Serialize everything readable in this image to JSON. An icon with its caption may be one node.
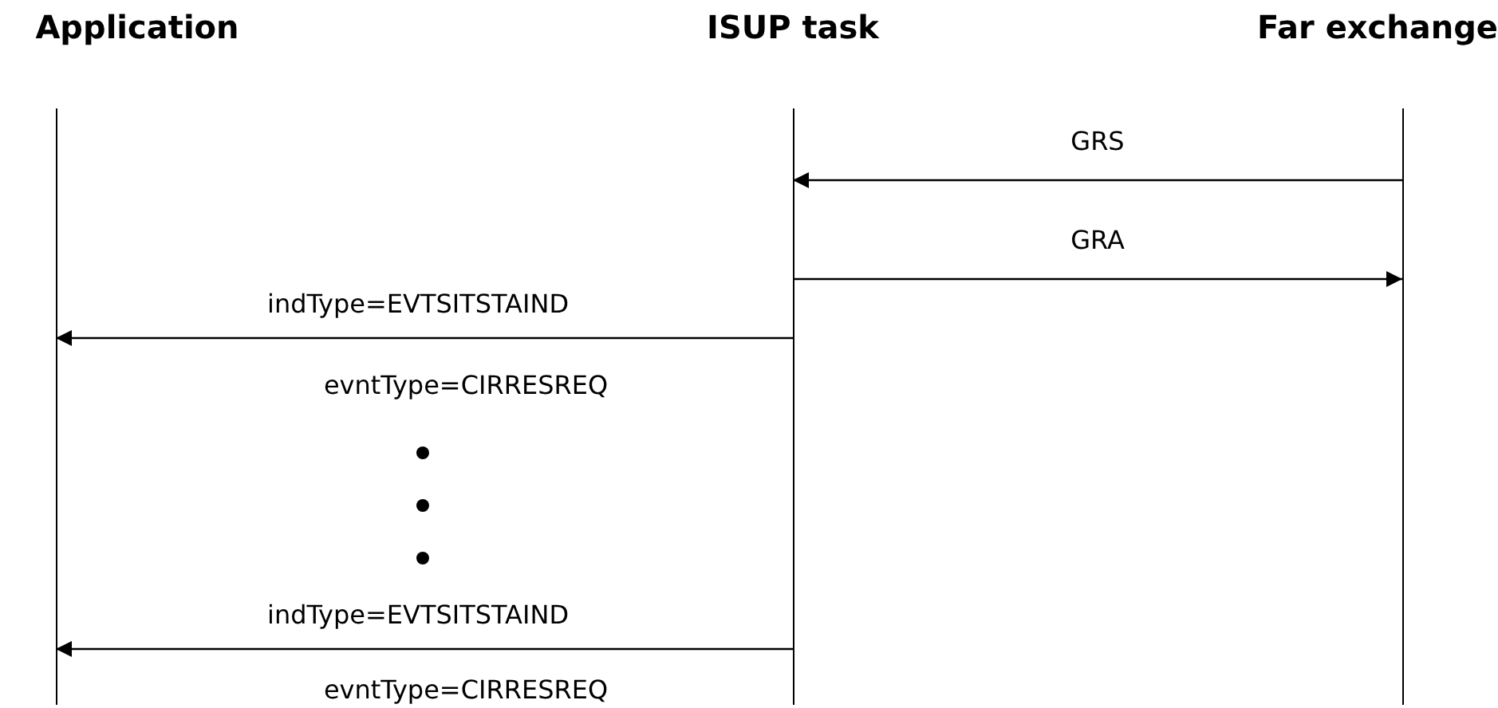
{
  "diagram": {
    "nodes": [
      {
        "text": [
          "Application"
        ]
      },
      {
        "text": [
          "ISUP task"
        ]
      },
      {
        "text": [
          "Far exchange"
        ]
      }
    ],
    "edges": [
      {
        "from": 2,
        "to": 1,
        "arrow": "to",
        "label": "GRS"
      },
      {
        "from": 1,
        "to": 2,
        "arrow": "to",
        "label": "GRA"
      },
      {
        "from": 1,
        "to": 0,
        "arrow": "to",
        "label": "indType=EVTSITSTAIND"
      },
      {
        "from": 1,
        "to": 0,
        "arrow": "to",
        "label": "indType=EVTSITSTAIND"
      }
    ],
    "labels": [
      "evntType=CIRRESREQ",
      "evntType=CIRRESREQ"
    ]
  }
}
